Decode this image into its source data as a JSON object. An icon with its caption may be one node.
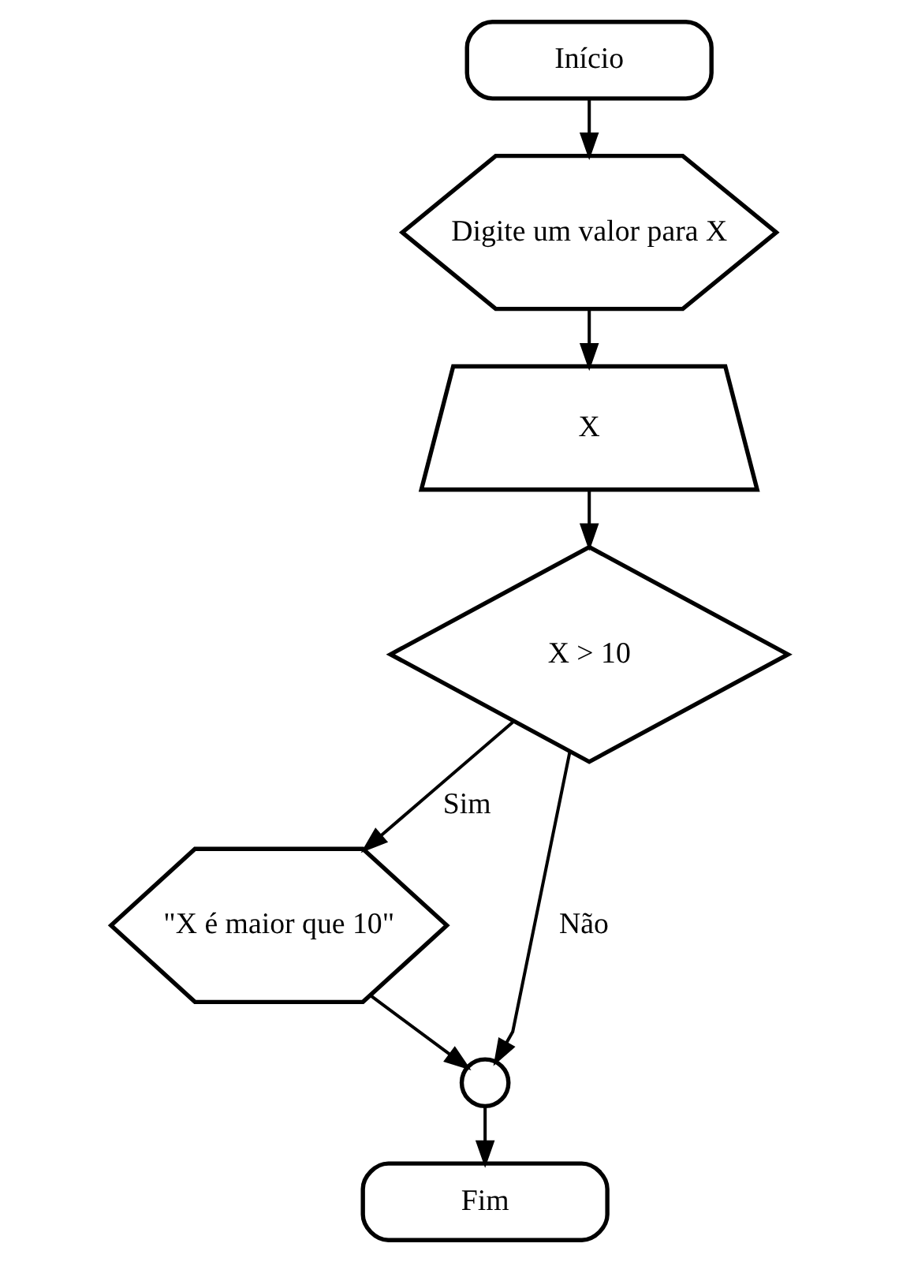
{
  "diagram": {
    "nodes": [
      {
        "text": [
          "Início"
        ]
      },
      {
        "text": [
          "Digite um valor para X"
        ]
      },
      {
        "text": [
          "X"
        ]
      },
      {
        "text": [
          "X > 10"
        ]
      },
      {
        "text": [
          "\"X é maior que 10\""
        ]
      },
      {
        "text": [],
        "shape": "circle"
      },
      {
        "text": [
          "Fim"
        ]
      }
    ],
    "edges": [
      {
        "from": 0,
        "to": 1,
        "arrow": "to"
      },
      {
        "from": 1,
        "to": 2,
        "arrow": "to"
      },
      {
        "from": 2,
        "to": 3,
        "arrow": "to"
      },
      {
        "from": 3,
        "to": 5,
        "arrow": "to",
        "label": "Não"
      },
      {
        "from": 3,
        "to": 4,
        "arrow": "to",
        "label": "Sim"
      },
      {
        "from": 4,
        "to": 5,
        "arrow": "to"
      },
      {
        "from": 5,
        "to": 6,
        "arrow": "to"
      }
    ]
  }
}
